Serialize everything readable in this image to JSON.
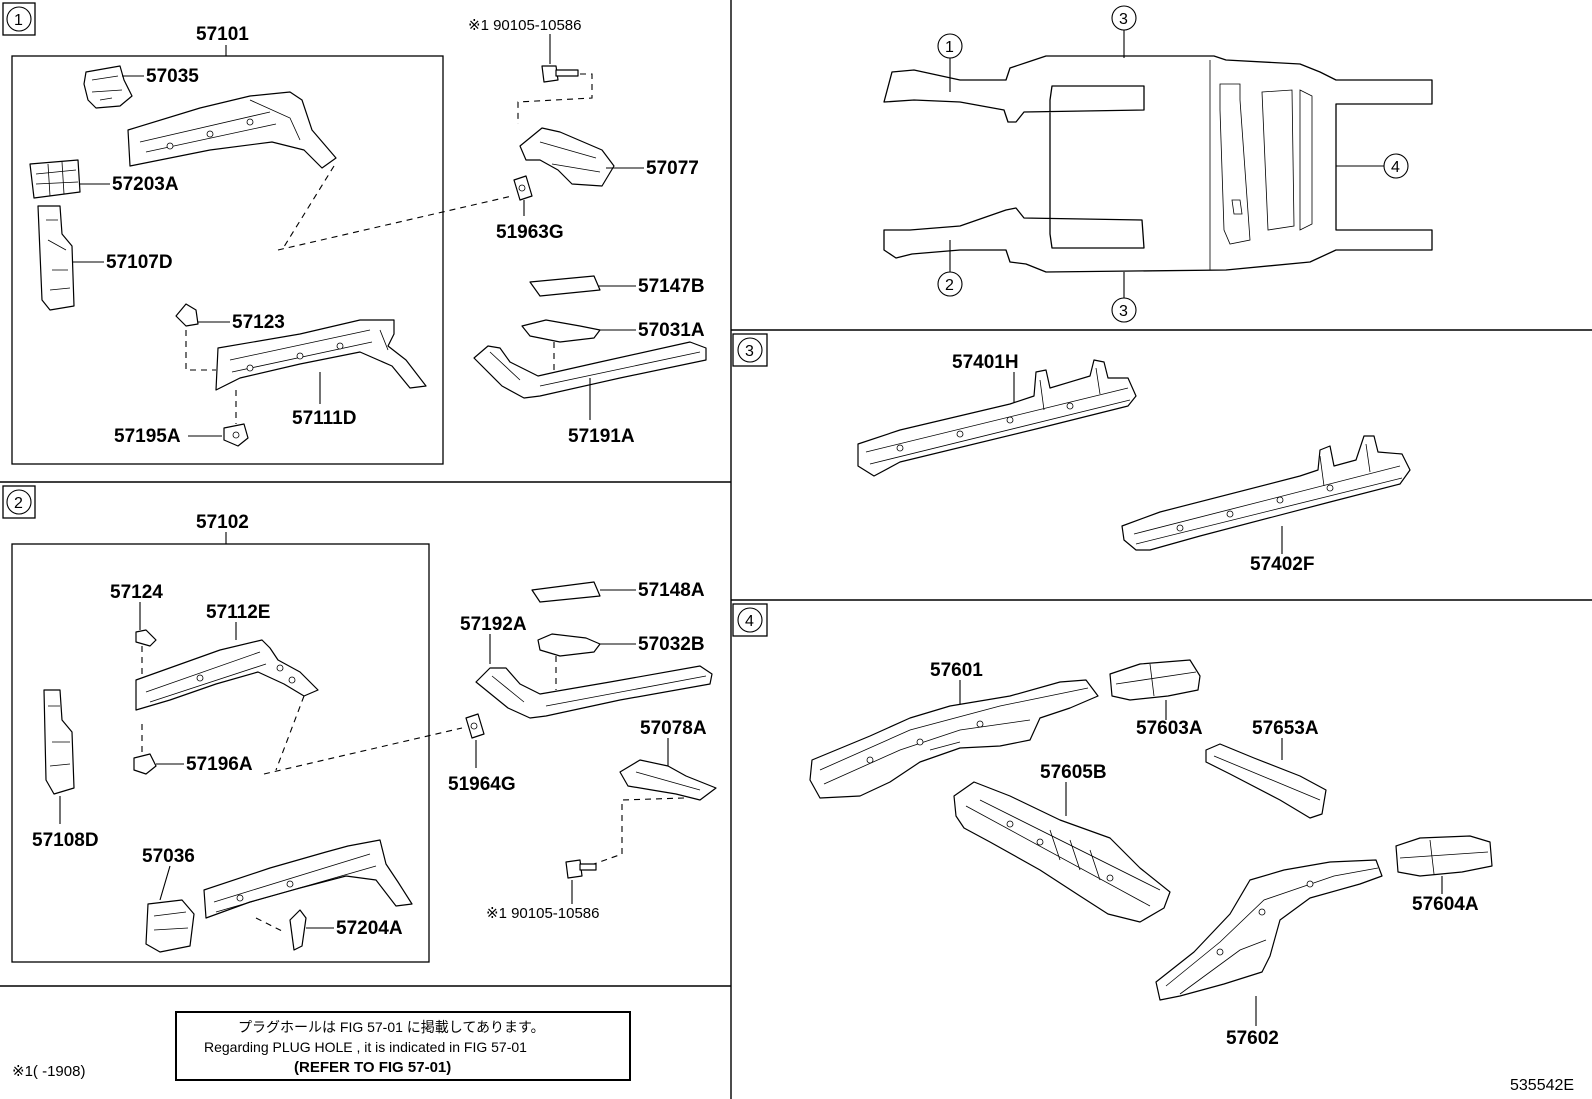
{
  "sections": {
    "s1": {
      "badge": "1"
    },
    "s2": {
      "badge": "2"
    },
    "s3": {
      "badge": "3"
    },
    "s4": {
      "badge": "4"
    }
  },
  "labels": {
    "p57101": "57101",
    "p57035": "57035",
    "p57203A": "57203A",
    "p57107D": "57107D",
    "p57123": "57123",
    "p57111D": "57111D",
    "p57195A": "57195A",
    "p90105a": "※1 90105-10586",
    "p57077": "57077",
    "p51963G": "51963G",
    "p57147B": "57147B",
    "p57031A": "57031A",
    "p57191A": "57191A",
    "p57102": "57102",
    "p57124": "57124",
    "p57112E": "57112E",
    "p57108D": "57108D",
    "p57196A": "57196A",
    "p57036": "57036",
    "p57204A": "57204A",
    "p57148A": "57148A",
    "p57192A": "57192A",
    "p57032B": "57032B",
    "p51964G": "51964G",
    "p57078A": "57078A",
    "p90105b": "※1 90105-10586",
    "p57401H": "57401H",
    "p57402F": "57402F",
    "p57601": "57601",
    "p57603A": "57603A",
    "p57653A": "57653A",
    "p57605B": "57605B",
    "p57604A": "57604A",
    "p57602": "57602"
  },
  "overview": {
    "c1": "1",
    "c2": "2",
    "c3top": "3",
    "c3bot": "3",
    "c4": "4"
  },
  "note": {
    "line1": "プラグホールは FIG 57-01 に掲載してあります。",
    "line2": "Regarding  PLUG  HOLE , it is indicated in FIG  57-01",
    "line3": "(REFER  TO  FIG  57-01)"
  },
  "footnote": "※1(      -1908)",
  "figure_id": "535542E"
}
